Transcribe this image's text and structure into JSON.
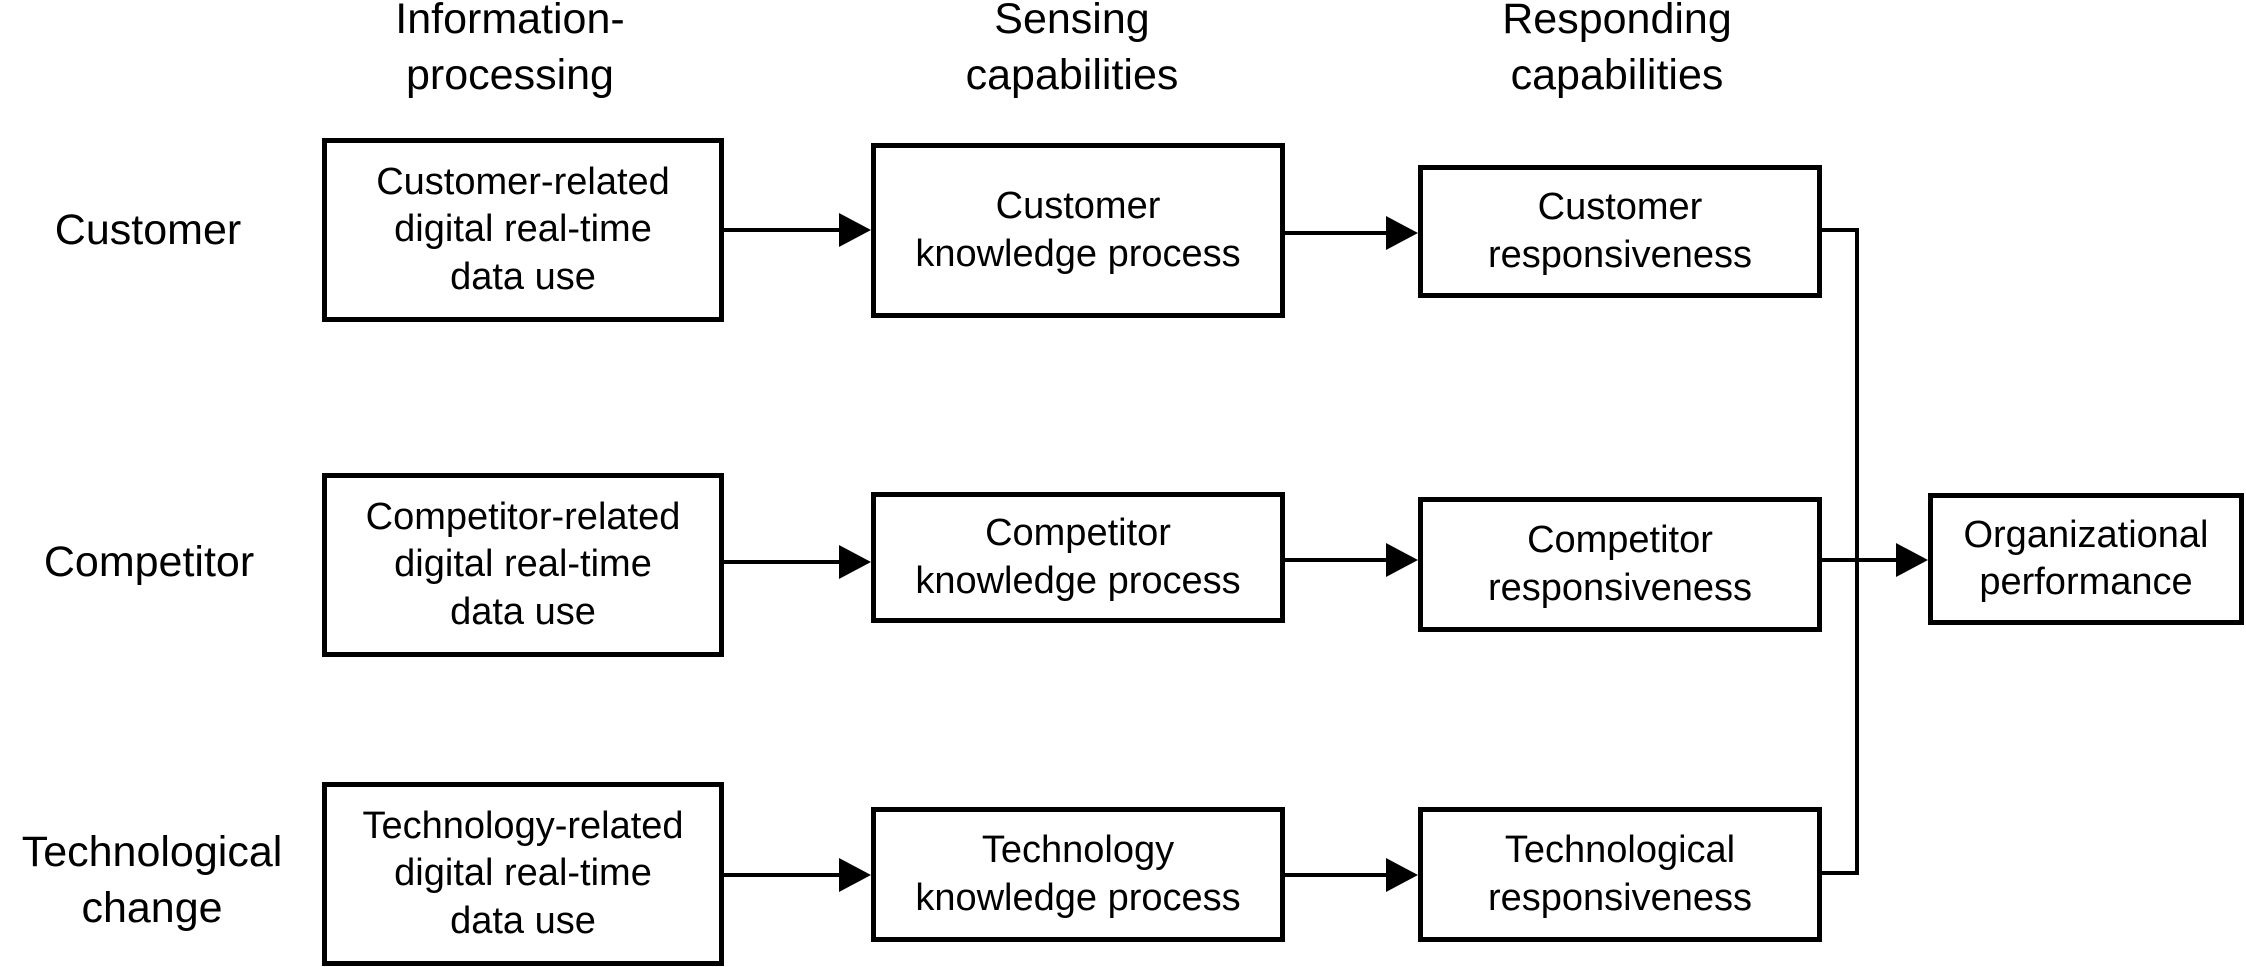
{
  "colors": {
    "background": "#ffffff",
    "line": "#000000",
    "text": "#000000",
    "box_fill": "#ffffff"
  },
  "headers": {
    "information_processing": "Information-\nprocessing",
    "sensing_capabilities": "Sensing\ncapabilities",
    "responding_capabilities": "Responding\ncapabilities"
  },
  "row_labels": {
    "customer": "Customer",
    "competitor": "Competitor",
    "technological_change": "Technological\nchange"
  },
  "boxes": {
    "customer_data_use": "Customer-related\ndigital real-time\ndata use",
    "competitor_data_use": "Competitor-related\ndigital real-time\ndata use",
    "technology_data_use": "Technology-related\ndigital real-time\ndata use",
    "customer_knowledge": "Customer\nknowledge process",
    "competitor_knowledge": "Competitor\nknowledge process",
    "technology_knowledge": "Technology\nknowledge process",
    "customer_responsiveness": "Customer\nresponsiveness",
    "competitor_responsiveness": "Competitor\nresponsiveness",
    "technological_responsiveness": "Technological\nresponsiveness",
    "organizational_performance": "Organizational\nperformance"
  }
}
